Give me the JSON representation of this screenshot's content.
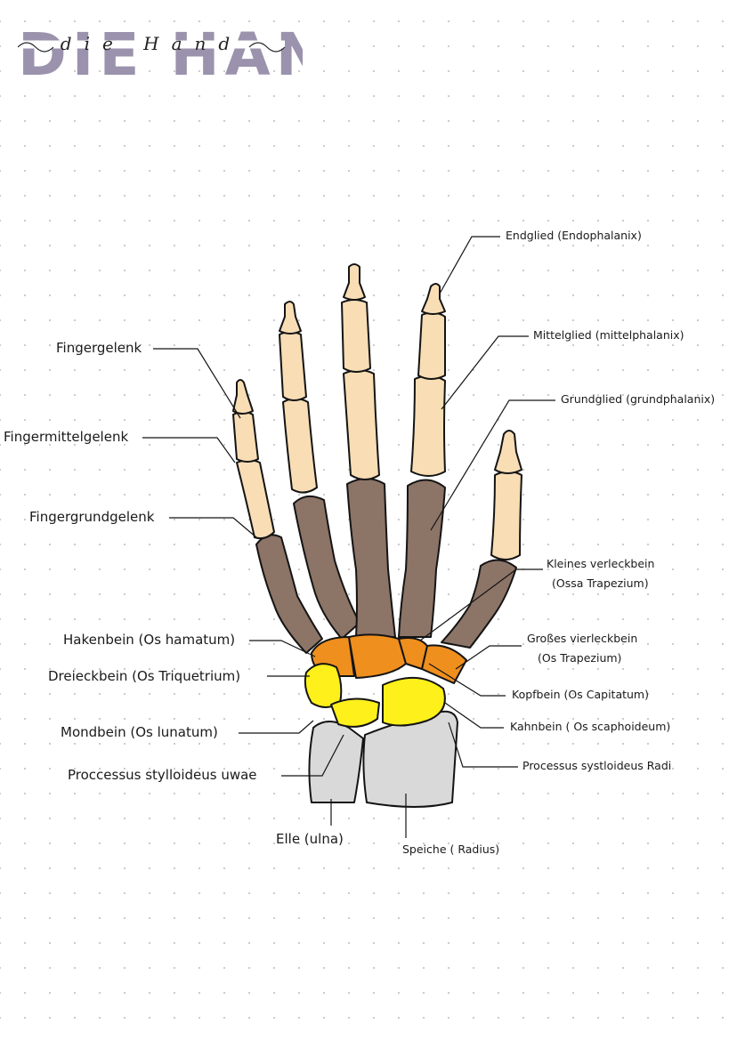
{
  "title": {
    "main": "DIE HAND",
    "script": "die Hand",
    "color": "#9b92ad"
  },
  "colors": {
    "phalanx": "#f8ddb5",
    "metacarpal": "#8c7467",
    "carpal_orange": "#ef8f1e",
    "carpal_yellow": "#fdf01b",
    "forearm": "#d9d9d9",
    "outline": "#141414"
  },
  "labels": {
    "endglied": "Endglied (Endophalanix)",
    "mittelglied": "Mittelglied (mittelphalanix)",
    "grundglied": "Grundglied (grundphalanix)",
    "kleines_line1": "Kleines verleckbein",
    "kleines_line2": "(Ossa Trapezium)",
    "grosses_line1": "Großes vierleckbein",
    "grosses_line2": "(Os Trapezium)",
    "kopfbein": "Kopfbein (Os Capitatum)",
    "kahnbein": "Kahnbein ( Os scaphoideum)",
    "processus_radi": "Processus systloideus Radi",
    "speiche": "Speiche ( Radius)",
    "fingergelenk": "Fingergelenk",
    "fingermittelgelenk": "Fingermittelgelenk",
    "fingergrundgelenk": "Fingergrundgelenk",
    "hakenbein": "Hakenbein (Os hamatum)",
    "dreieckbein": "Dreieckbein (Os Triquetrium)",
    "mondbein": "Mondbein (Os lunatum)",
    "processus_ulnae": "Proccessus stylloideus uwae",
    "elle": "Elle (ulna)"
  }
}
